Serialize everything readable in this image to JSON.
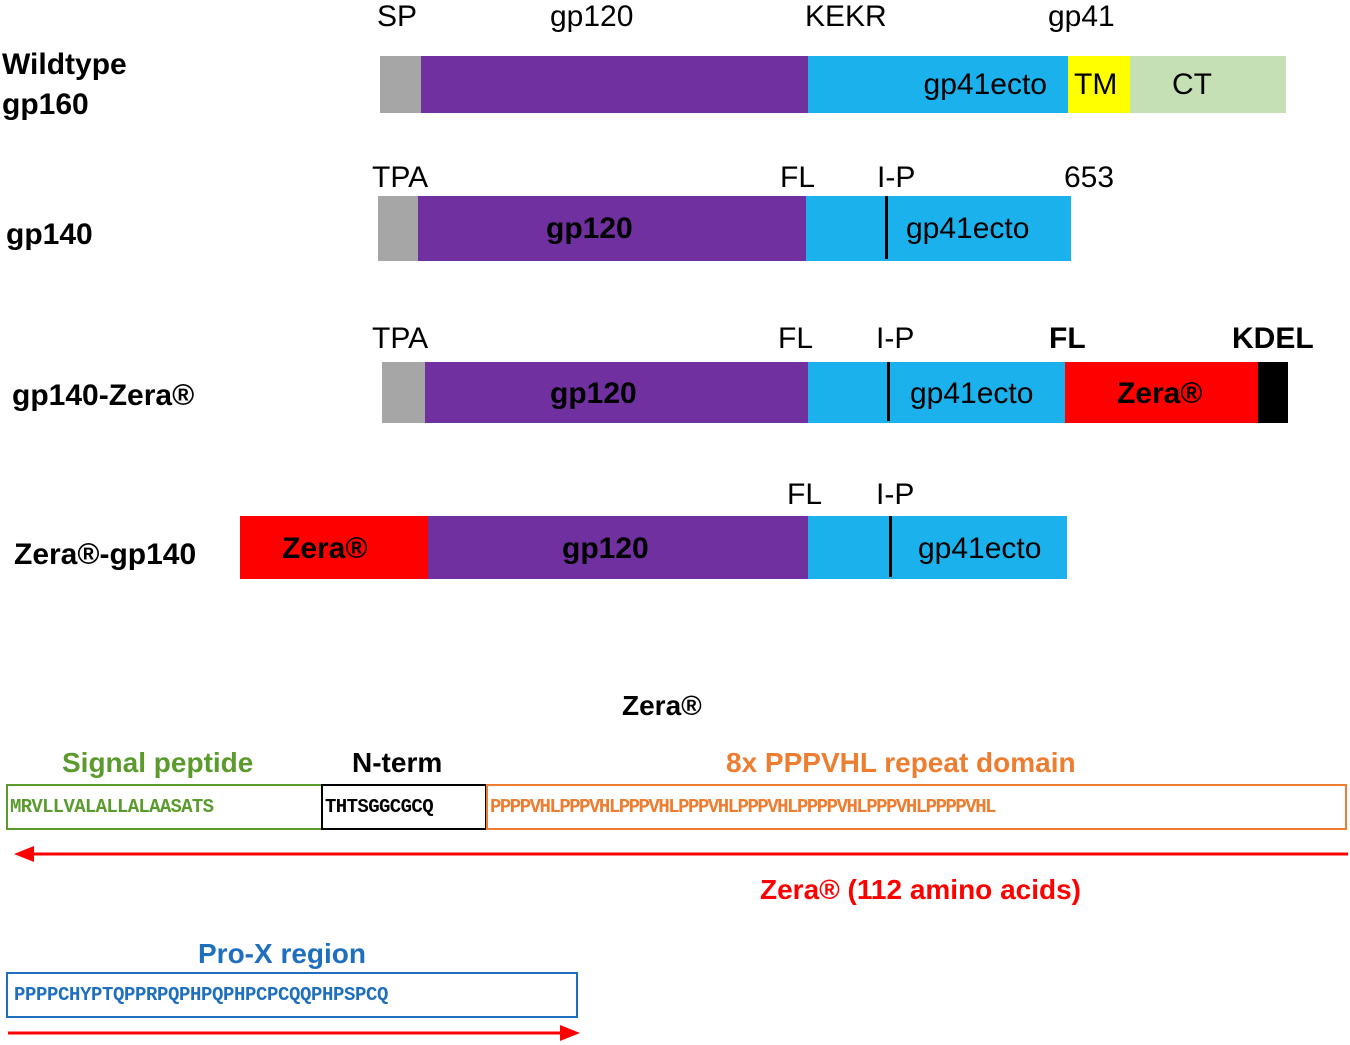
{
  "colors": {
    "gray": "#a6a6a6",
    "purple": "#7030a0",
    "blue": "#1bb1ec",
    "yellow": "#ffff00",
    "light_green": "#c5e0b4",
    "red": "#ff0000",
    "black": "#000000",
    "green_text": "#5b9b2d",
    "orange_text": "#ed7d31",
    "blue_text": "#1f6fbf"
  },
  "constructs": [
    {
      "name_lines": [
        "Wildtype",
        "gp160"
      ],
      "top_labels": [
        "SP",
        "gp120",
        "KEKR",
        "gp41"
      ],
      "segments": [
        "gp41ecto",
        "TM",
        "CT"
      ]
    },
    {
      "name_lines": [
        "gp140"
      ],
      "top_labels": [
        "TPA",
        "FL",
        "I-P",
        "653"
      ],
      "segments": [
        "gp120",
        "gp41ecto"
      ]
    },
    {
      "name_lines": [
        "gp140-Zera®"
      ],
      "top_labels": [
        "TPA",
        "FL",
        "I-P",
        "FL",
        "KDEL"
      ],
      "segments": [
        "gp120",
        "gp41ecto",
        "Zera®"
      ]
    },
    {
      "name_lines": [
        "Zera®-gp140"
      ],
      "top_labels": [
        "FL",
        "I-P"
      ],
      "segments": [
        "Zera®",
        "gp120",
        "gp41ecto"
      ]
    }
  ],
  "zera": {
    "title": "Zera®",
    "signal_peptide_label": "Signal peptide",
    "nterm_label": "N-term",
    "repeat_label": "8x PPPVHL repeat domain",
    "signal_seq": "MRVLLVALALLALAASATS",
    "nterm_seq": "THTSGGCGCQ",
    "repeat_seq": "PPPPVHLPPPVHLPPPVHLPPPVHLPPPVHLPPPPVHLPPPVHLPPPPVHL",
    "length_label": "Zera® (112 amino acids)"
  },
  "prox": {
    "label": "Pro-X region",
    "seq": "PPPPCHYPTQPPRPQPHPQPHPCPCQQPHPSPCQ"
  }
}
